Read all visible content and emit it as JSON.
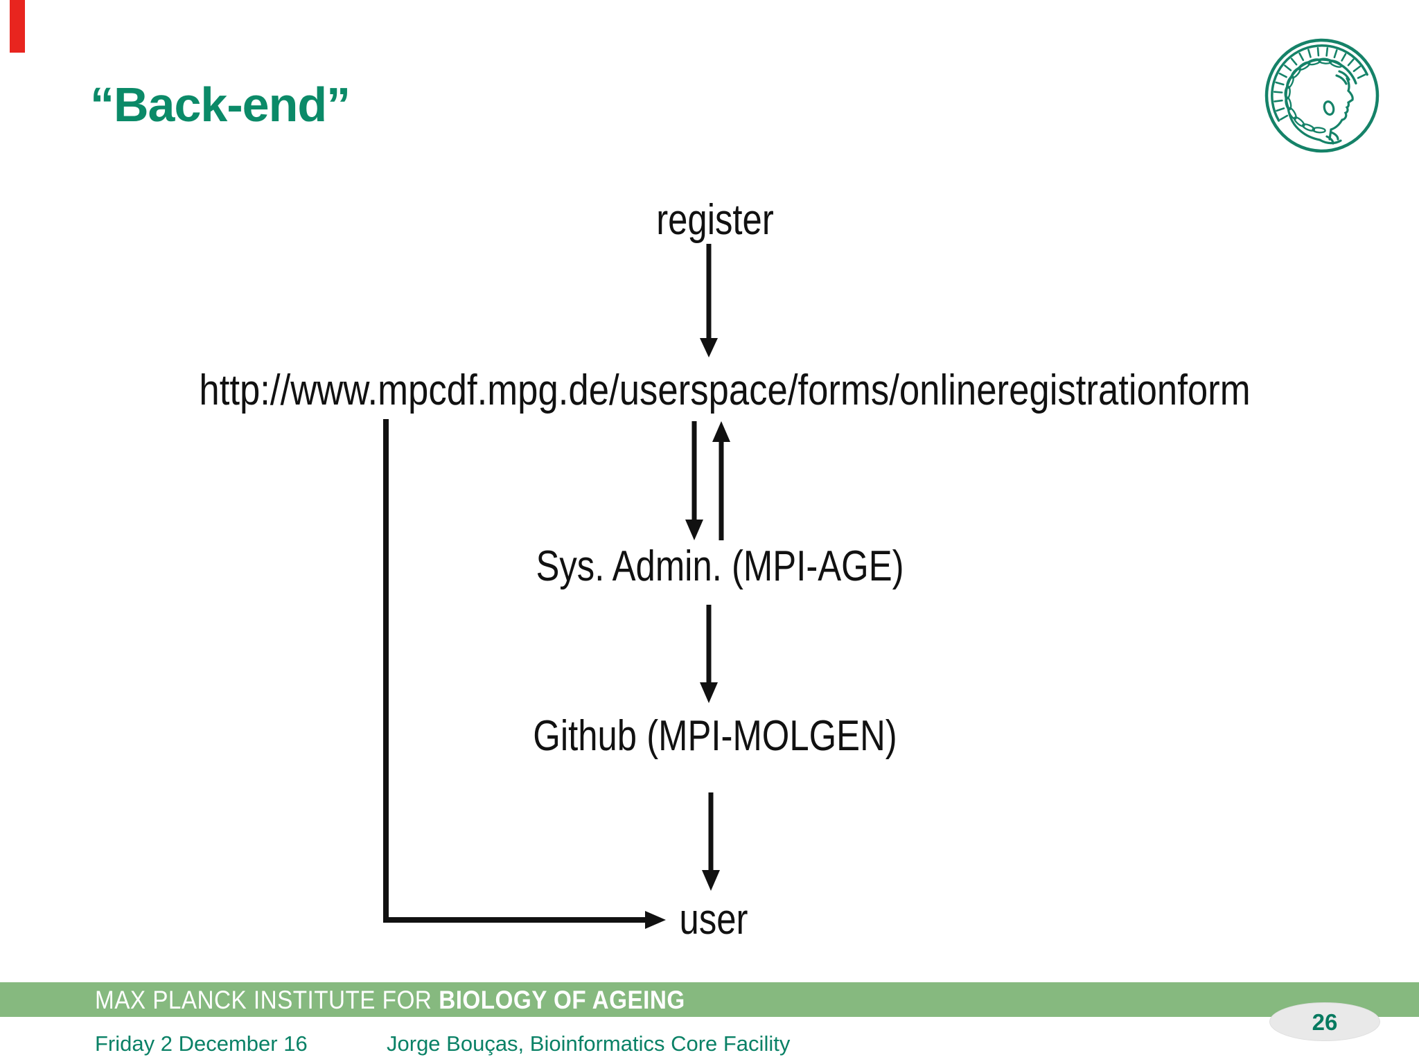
{
  "slide": {
    "title": "“Back-end”"
  },
  "logo": {
    "name": "max-planck-minerva-logo",
    "color": "#158268"
  },
  "diagram": {
    "nodes": {
      "register": "register",
      "url": "http://www.mpcdf.mpg.de/userspace/forms/onlineregistrationform",
      "sys_admin": "Sys. Admin. (MPI-AGE)",
      "github": "Github (MPI-MOLGEN)",
      "user": "user"
    }
  },
  "footer": {
    "institute_regular": "MAX PLANCK INSTITUTE FOR",
    "institute_bold": "BIOLOGY OF AGEING",
    "date": "Friday 2 December 16",
    "credit": "Jorge Bouças, Bioinformatics Core Facility",
    "page_number": "26"
  },
  "colors": {
    "title_teal": "#0b8a68",
    "footer_teal": "#0a8166",
    "band_green": "#86b97f",
    "logo_teal": "#158268",
    "marker_red": "#e8251f",
    "page_oval_gray": "#e9e9e9",
    "diagram_black": "#111111"
  }
}
